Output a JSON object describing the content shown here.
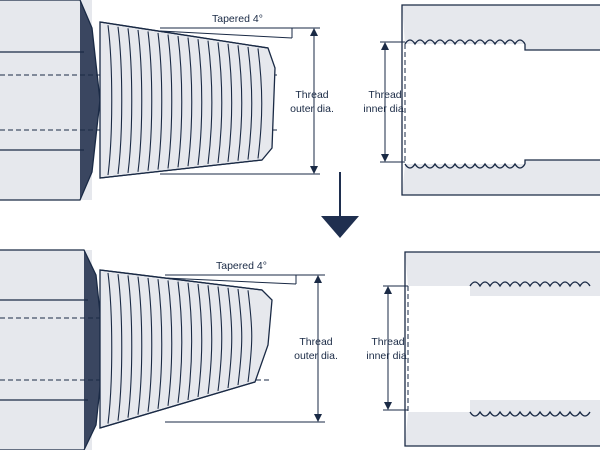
{
  "labels": {
    "tapered": "Tapered 4°",
    "thread_word": "Thread",
    "outer_dia": "outer dia.",
    "inner_dia": "inner dia."
  },
  "colors": {
    "ink": "#1a2a45",
    "fill": "#e6e8ed",
    "shadow": "#3a4660",
    "arrow": "#1f2f4f"
  },
  "icons": {
    "between_panels": "down-arrow-icon"
  }
}
